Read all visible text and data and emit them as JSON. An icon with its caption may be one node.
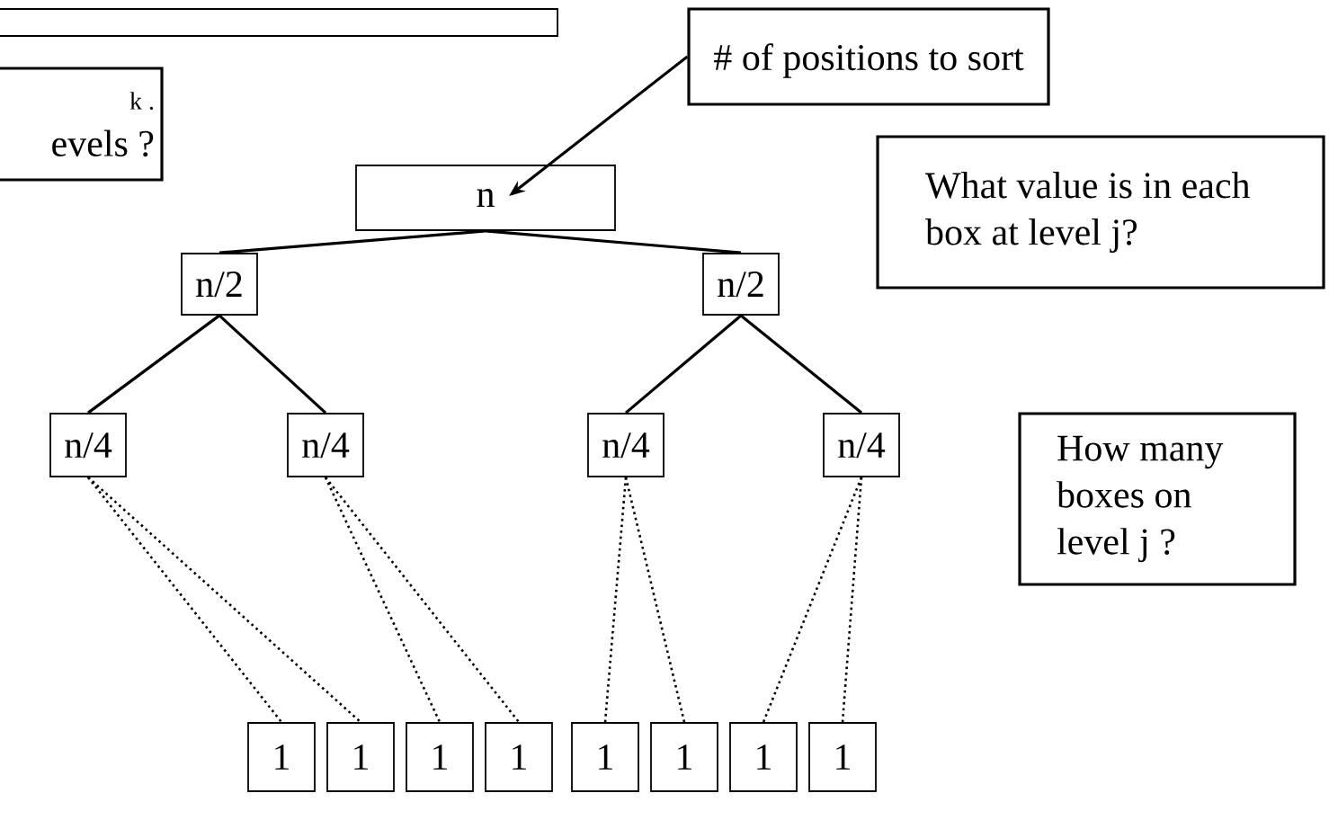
{
  "diagram": {
    "nodes": [
      {
        "text": [
          "k .",
          "evels ?"
        ]
      },
      {
        "text": [
          "# of positions to sort"
        ]
      },
      {
        "text": [
          "n"
        ]
      },
      {
        "text": [
          "n/2"
        ]
      },
      {
        "text": [
          "n/2"
        ]
      },
      {
        "text": [
          "What value is in each box at level j?"
        ]
      },
      {
        "text": [
          "n/4"
        ]
      },
      {
        "text": [
          "n/4"
        ]
      },
      {
        "text": [
          "n/4"
        ]
      },
      {
        "text": [
          "n/4"
        ]
      },
      {
        "text": [
          "How many boxes on level j ?"
        ]
      },
      {
        "text": [
          "1"
        ]
      },
      {
        "text": [
          "1"
        ]
      },
      {
        "text": [
          "1"
        ]
      },
      {
        "text": [
          "1"
        ]
      },
      {
        "text": [
          "1"
        ]
      },
      {
        "text": [
          "1"
        ]
      },
      {
        "text": [
          "1"
        ]
      },
      {
        "text": [
          "1"
        ]
      },
      {
        "text": [],
        "shape": "bar"
      }
    ],
    "edges": [
      {
        "from": 1,
        "to": 2,
        "arrow": "to"
      },
      {
        "from": 2,
        "to": 3,
        "arrow": "none"
      },
      {
        "from": 2,
        "to": 4,
        "arrow": "none"
      },
      {
        "from": 3,
        "to": 6,
        "arrow": "none"
      },
      {
        "from": 3,
        "to": 7,
        "arrow": "none"
      },
      {
        "from": 4,
        "to": 8,
        "arrow": "none"
      },
      {
        "from": 4,
        "to": 9,
        "arrow": "none"
      },
      {
        "from": 6,
        "to": 11,
        "arrow": "none",
        "style": "dashed"
      },
      {
        "from": 6,
        "to": 12,
        "arrow": "none",
        "style": "dashed"
      },
      {
        "from": 7,
        "to": 13,
        "arrow": "none",
        "style": "dashed"
      },
      {
        "from": 7,
        "to": 14,
        "arrow": "none",
        "style": "dashed"
      },
      {
        "from": 8,
        "to": 15,
        "arrow": "none",
        "style": "dashed"
      },
      {
        "from": 8,
        "to": 16,
        "arrow": "none",
        "style": "dashed"
      },
      {
        "from": 9,
        "to": 17,
        "arrow": "none",
        "style": "dashed"
      },
      {
        "from": 9,
        "to": 18,
        "arrow": "none",
        "style": "dashed"
      }
    ]
  }
}
